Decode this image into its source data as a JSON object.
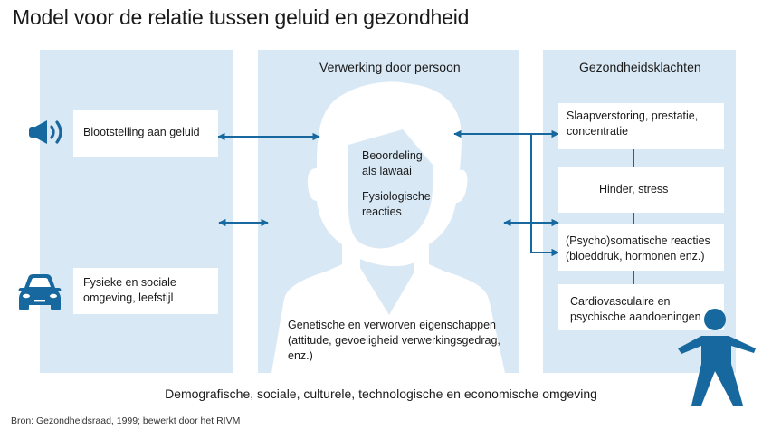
{
  "title": "Model voor de relatie tussen geluid en gezondheid",
  "colors": {
    "panel_bg": "#d9e8f5",
    "accent_blue": "#17689e",
    "box_bg": "#ffffff",
    "text": "#1a1a1a"
  },
  "left_panel": {
    "items": [
      {
        "icon": "speaker-icon",
        "label": "Blootstelling aan geluid"
      },
      {
        "icon": "car-icon",
        "label_line1": "Fysieke en sociale",
        "label_line2": "omgeving, leefstijl"
      }
    ]
  },
  "center_panel": {
    "heading": "Verwerking door persoon",
    "icon": "person-head-silhouette",
    "face_text": {
      "line1": "Beoordeling",
      "line2": "als lawaai",
      "line3": "Fysiologische",
      "line4": "reacties"
    },
    "body_text": {
      "line1": "Genetische en verworven eigenschappen",
      "line2": "(attitude, gevoeligheid verwerkingsgedrag,",
      "line3": "enz.)"
    }
  },
  "right_panel": {
    "heading": "Gezondheidsklachten",
    "boxes": [
      {
        "line1": "Slaapverstoring, prestatie,",
        "line2": "concentratie"
      },
      {
        "line1": "Hinder, stress"
      },
      {
        "line1": "(Psycho)somatische reacties",
        "line2": "(bloeddruk, hormonen enz.)"
      },
      {
        "line1": "Cardiovasculaire en",
        "line2": "psychische aandoeningen"
      }
    ],
    "icon": "standing-person-icon"
  },
  "footer": "Demografische, sociale, culturele, technologische en economische omgeving",
  "source": "Bron: Gezondheidsraad, 1999; bewerkt door het RIVM"
}
